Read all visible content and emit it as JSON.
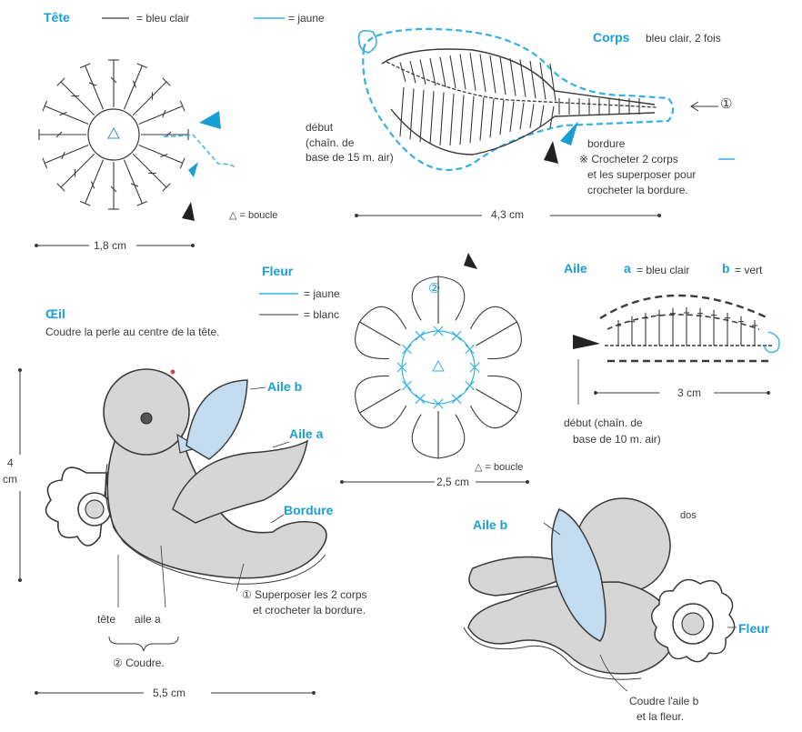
{
  "colors": {
    "light_blue": "#35b0e3",
    "yellow": "#3a3a3a",
    "ink": "#3a3a3a",
    "gray_fill": "#d8d8d8",
    "wing_fill": "#c4dcef"
  },
  "tete": {
    "title": "Tête",
    "legend_yellow": "= bleu clair",
    "legend_blue": "= jaune",
    "loop": "△ = boucle",
    "size": "1,8 cm"
  },
  "corps": {
    "title": "Corps",
    "subtitle": "bleu clair, 2 fois",
    "start": [
      "début",
      "(chaîn. de",
      "base de 15 m. air)"
    ],
    "edge": "bordure",
    "marker": "①",
    "note": [
      "※ Crocheter 2 corps",
      "et les superposer pour",
      "crocheter la bordure."
    ],
    "size": "4,3 cm"
  },
  "fleur": {
    "title": "Fleur",
    "legend_yellow": "= jaune",
    "legend_white": "= blanc",
    "marker": "②",
    "loop": "△ = boucle",
    "size": "2,5 cm"
  },
  "aile": {
    "title": "Aile",
    "a": "a",
    "a_text": "= bleu clair",
    "b": "b",
    "b_text": "= vert",
    "start": [
      "début (chaîn. de",
      "base de 10 m. air)"
    ],
    "size": "3 cm"
  },
  "oeil": {
    "title": "Œil",
    "text": "Coudre la perle au centre de la tête."
  },
  "assembly": {
    "aile_b": "Aile b",
    "aile_a": "Aile a",
    "bordure": "Bordure",
    "height": "4",
    "height_unit": "cm",
    "note1": [
      "① Superposer les 2 corps",
      "et crocheter la bordure."
    ],
    "tete": "tête",
    "aile_a_small": "aile a",
    "coudre": "② Coudre.",
    "width": "5,5 cm"
  },
  "back": {
    "aile_b": "Aile b",
    "dos": "dos",
    "fleur": "Fleur",
    "note": [
      "Coudre l'aile b",
      "et la fleur."
    ]
  }
}
